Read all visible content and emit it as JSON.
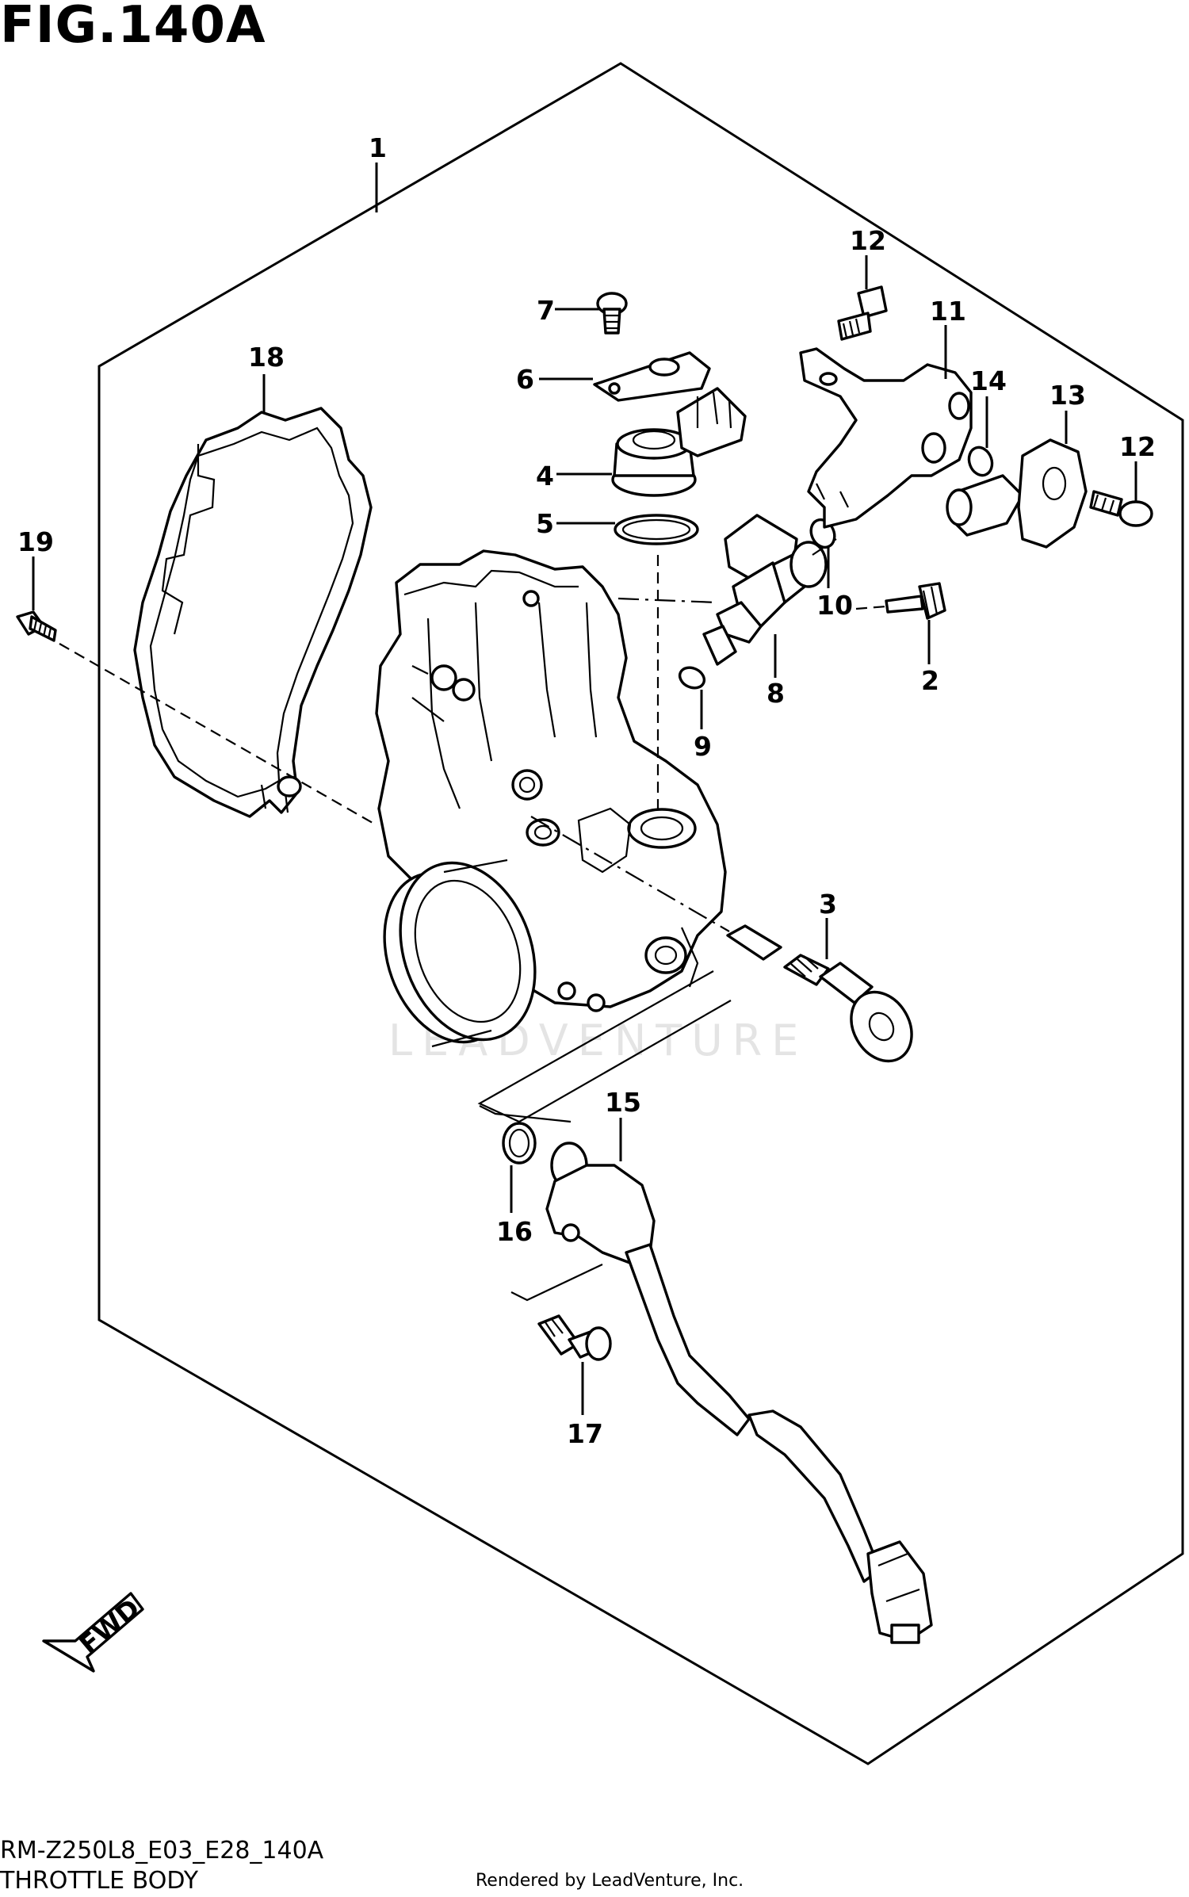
{
  "figure": {
    "title": "FIG.140A",
    "model_code": "RM-Z250L8_E03_E28_140A",
    "name": "THROTTLE BODY",
    "credit": "Rendered by LeadVenture, Inc.",
    "watermark": "LEADVENTURE",
    "fwd_label": "FWD"
  },
  "callouts": {
    "c1": "1",
    "c2": "2",
    "c3": "3",
    "c4": "4",
    "c5": "5",
    "c6": "6",
    "c7": "7",
    "c8": "8",
    "c9": "9",
    "c10": "10",
    "c11": "11",
    "c12a": "12",
    "c12b": "12",
    "c13": "13",
    "c14": "14",
    "c15": "15",
    "c16": "16",
    "c17": "17",
    "c18": "18",
    "c19": "19"
  },
  "colors": {
    "ink": "#000000",
    "paper": "#ffffff",
    "watermark": "#e4e4e4"
  }
}
